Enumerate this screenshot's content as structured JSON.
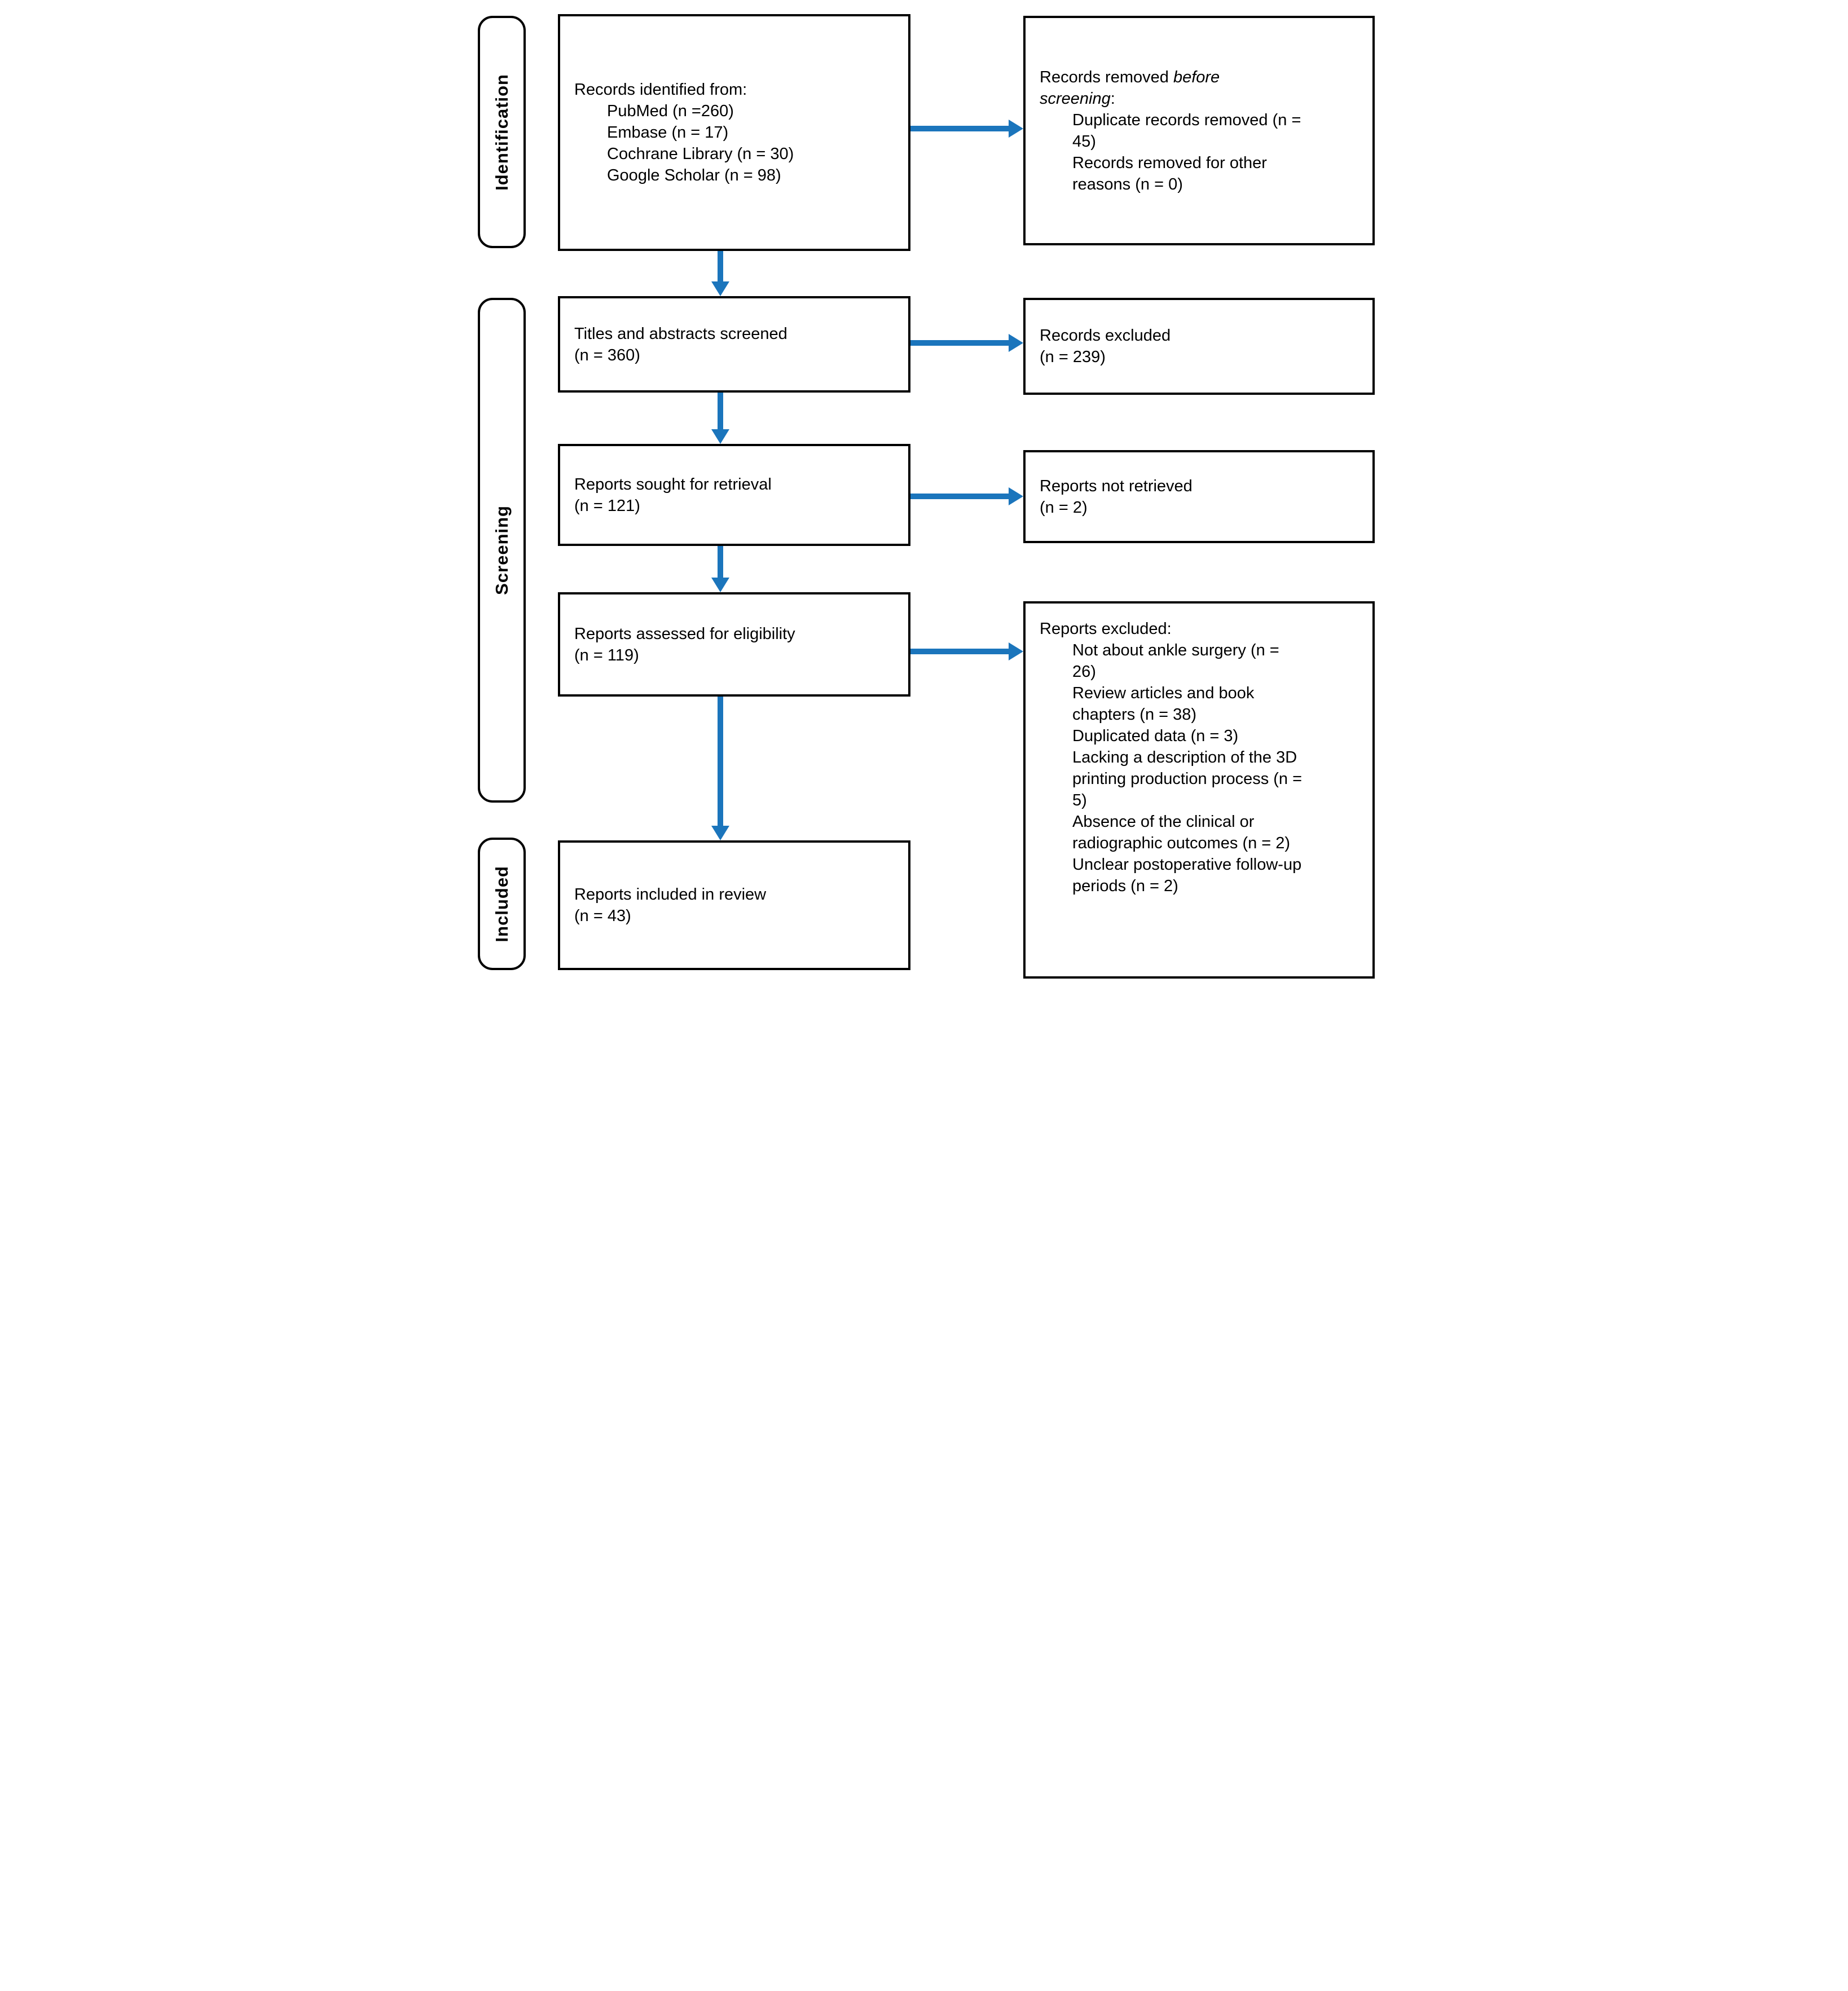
{
  "colors": {
    "arrow": "#1B75BC",
    "box_border": "#000000"
  },
  "stages": {
    "identification": "Identification",
    "screening": "Screening",
    "included": "Included"
  },
  "boxes": {
    "identified": {
      "title": "Records identified from:",
      "items": [
        "PubMed (n =260)",
        "Embase (n = 17)",
        "Cochrane Library (n = 30)",
        "Google Scholar (n = 98)"
      ]
    },
    "removed": {
      "prefix": "Records removed ",
      "italic": "before screening",
      "suffix": ":",
      "items": [
        "Duplicate records removed (n = 45)",
        "Records removed for other reasons (n = 0)"
      ]
    },
    "screened": {
      "line1": "Titles and abstracts screened",
      "line2": "(n = 360)"
    },
    "records_excluded": {
      "line1": "Records excluded",
      "line2": "(n = 239)"
    },
    "sought": {
      "line1": "Reports sought for retrieval",
      "line2": "(n = 121)"
    },
    "not_retrieved": {
      "line1": "Reports not retrieved",
      "line2": "(n = 2)"
    },
    "assessed": {
      "line1": "Reports assessed for eligibility",
      "line2": "(n = 119)"
    },
    "reports_excluded": {
      "title": "Reports excluded:",
      "items": [
        "Not about ankle surgery (n = 26)",
        "Review articles and book chapters (n = 38)",
        "Duplicated data (n = 3)",
        "Lacking a description of the 3D printing production process (n = 5)",
        "Absence of the clinical or radiographic outcomes (n = 2)",
        "Unclear postoperative follow-up periods (n = 2)"
      ]
    },
    "included_review": {
      "line1": "Reports included in review",
      "line2": "(n = 43)"
    }
  }
}
